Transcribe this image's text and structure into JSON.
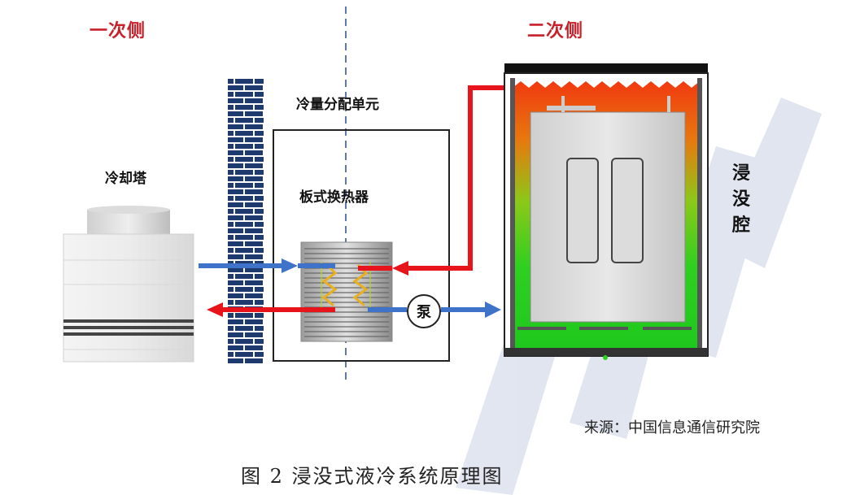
{
  "diagram": {
    "primary_side_label": "一次侧",
    "secondary_side_label": "二次侧",
    "cooling_tower_label": "冷却塔",
    "cdu_label": "冷量分配单元",
    "heat_exchanger_label": "板式换热器",
    "pump_label": "泵",
    "immersion_chamber_label": "浸没腔",
    "source_text": "来源：中国信息通信研究院",
    "caption": "图 2 浸没式液冷系统原理图"
  },
  "colors": {
    "primary_red": "#c8202a",
    "hot_flow": "#e8141c",
    "cold_flow": "#3f73c9",
    "brick": "#1f3a6e",
    "coil": "#e8b020",
    "fluid_hot": "#f04a10",
    "fluid_cool": "#22c41e"
  }
}
